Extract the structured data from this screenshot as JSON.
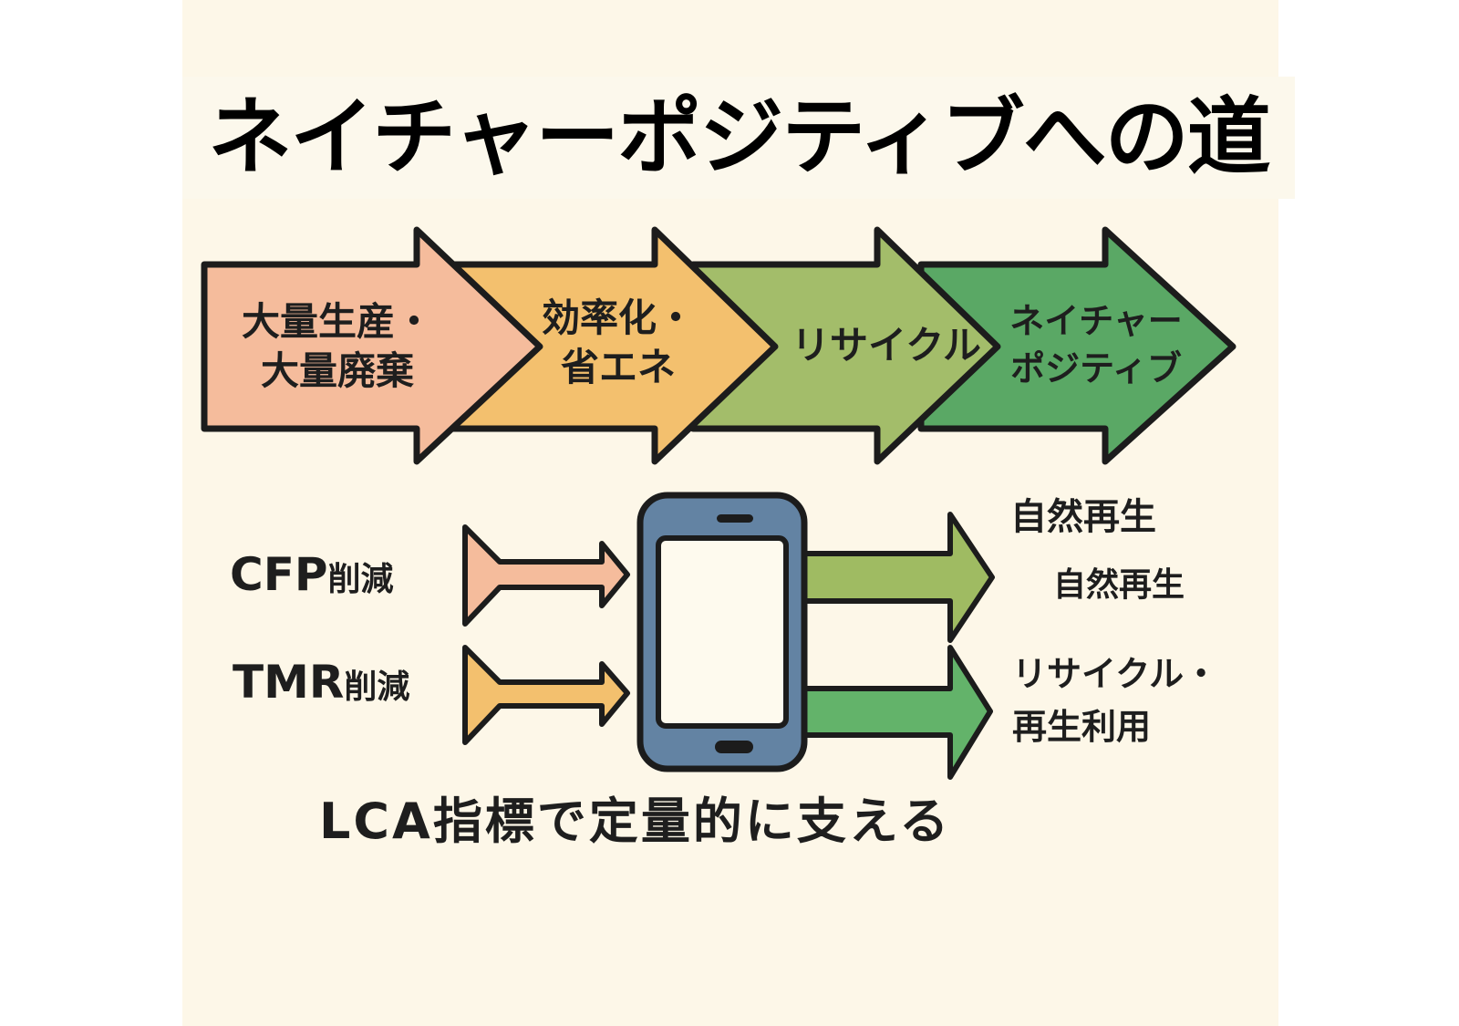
{
  "title": "ネイチャーポジティブへの道",
  "stages": [
    {
      "line1": "大量生産・",
      "line2": "大量廃棄",
      "color": "#f5bc9c"
    },
    {
      "line1": "効率化・",
      "line2": "省エネ",
      "color": "#f3c06e"
    },
    {
      "line1": "リサイクル",
      "line2": "",
      "color": "#a3bd6a"
    },
    {
      "line1": "ネイチャー",
      "line2": "ポジティブ",
      "color": "#5aa865"
    }
  ],
  "inputs": [
    {
      "abbr": "CFP",
      "suffix": "削減",
      "color": "#f5bc9c"
    },
    {
      "abbr": "TMR",
      "suffix": "削減",
      "color": "#f3c06e"
    }
  ],
  "device": {
    "icon": "smartphone-icon",
    "body_color": "#6383a3",
    "screen_color": "#fefaee"
  },
  "outputs": [
    {
      "line1": "自然再生",
      "line2": "自然再生",
      "color": "#9fbb62"
    },
    {
      "line1": "リサイクル・",
      "line2": "再生利用",
      "color": "#63b36a"
    }
  ],
  "footer": "LCA指標で定量的に支える",
  "colors": {
    "background": "#fdf7e8",
    "outline": "#1c1c1c",
    "text": "#1e1e1e"
  }
}
